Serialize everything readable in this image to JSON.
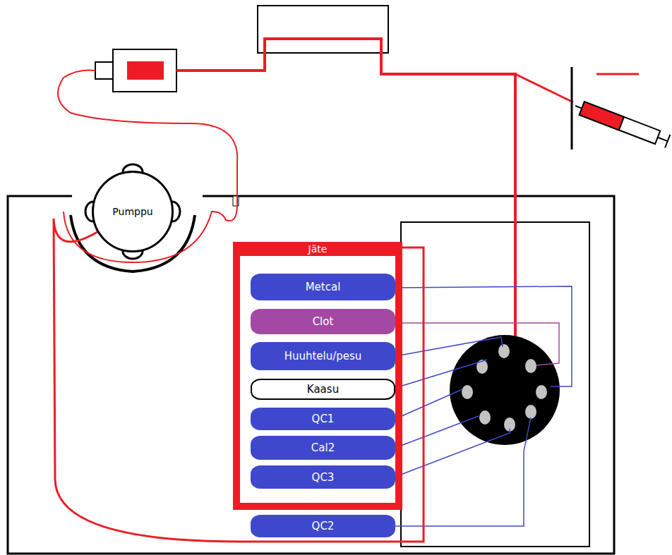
{
  "diagram": {
    "nodes": [
      {
        "text": [
          "Pumppu"
        ]
      },
      {
        "text": [
          "Jäte"
        ]
      },
      {
        "text": [
          "Metcal"
        ],
        "in": 1
      },
      {
        "text": [
          "Clot"
        ],
        "in": 1
      },
      {
        "text": [
          "Huuhtelu/pesu"
        ],
        "in": 1
      },
      {
        "text": [
          "Kaasu"
        ],
        "in": 1
      },
      {
        "text": [
          "QC1"
        ],
        "in": 1
      },
      {
        "text": [
          "Cal2"
        ],
        "in": 1
      },
      {
        "text": [
          "QC3"
        ],
        "in": 1
      },
      {
        "text": [
          "QC2"
        ]
      }
    ],
    "edges": [
      {
        "from": 1,
        "to": 0,
        "arrow": "none"
      }
    ]
  }
}
